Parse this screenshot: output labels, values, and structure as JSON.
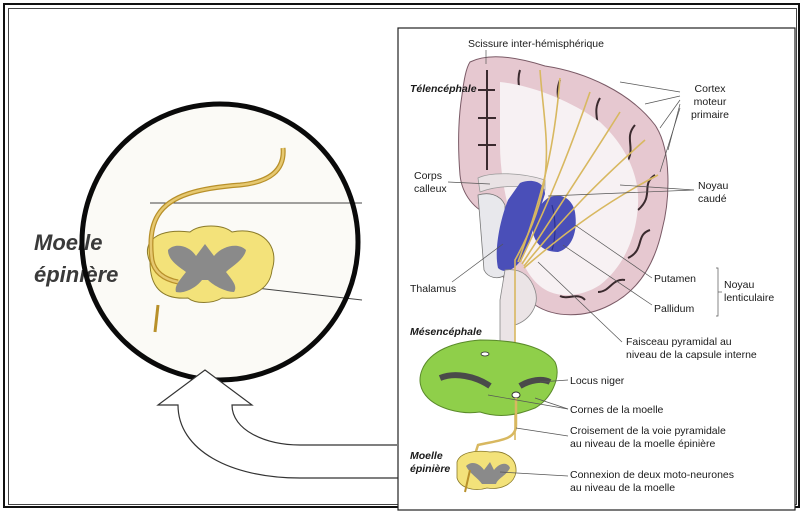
{
  "zoom": {
    "title_line1": "Moelle",
    "title_line2": "épinière"
  },
  "labels": {
    "scissure": "Scissure inter-hémisphérique",
    "telencephale": "Télencéphale",
    "cortex1": "Cortex",
    "cortex2": "moteur",
    "cortex3": "primaire",
    "corps1": "Corps",
    "corps2": "calleux",
    "noyau_caude1": "Noyau",
    "noyau_caude2": "caudé",
    "thalamus": "Thalamus",
    "putamen": "Putamen",
    "pallidum": "Pallidum",
    "noyau_lent1": "Noyau",
    "noyau_lent2": "lenticulaire",
    "mesencephale": "Mésencéphale",
    "faisceau1": "Faisceau pyramidal au",
    "faisceau2": "niveau de la capsule interne",
    "locus": "Locus niger",
    "cornes": "Cornes de la moelle",
    "croisement1": "Croisement de la voie pyramidale",
    "croisement2": "au niveau de la moelle épinière",
    "moelle1": "Moelle",
    "moelle2": "épinière",
    "connexion1": "Connexion de deux moto-neurones",
    "connexion2": "au niveau de la moelle"
  },
  "colors": {
    "cortex": "#e6c8d0",
    "white_matter": "#f4eef0",
    "blue_nuclei": "#4a4fb8",
    "midbrain": "#8fcf4a",
    "spinal_cord": "#f3e27a",
    "grey_matter": "#8a8a8a",
    "tract": "#d8b860"
  }
}
